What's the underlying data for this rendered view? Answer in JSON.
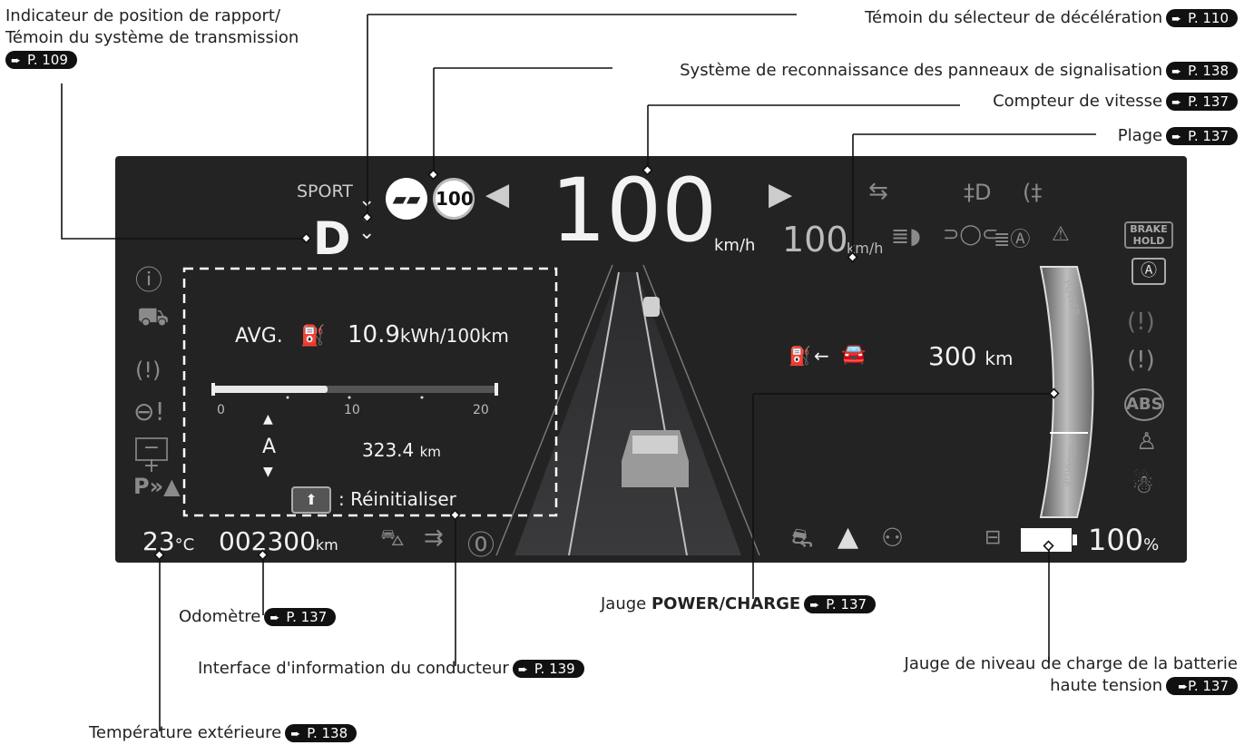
{
  "callouts": {
    "gear": {
      "line1": "Indicateur de position de rapport/",
      "line2": "Témoin du système de transmission",
      "page": "P. 109"
    },
    "decel": {
      "text": "Témoin du sélecteur de décélération",
      "page": "P. 110"
    },
    "traffic_sign": {
      "text": "Système de reconnaissance des panneaux de signalisation",
      "page": "P. 138"
    },
    "speedometer": {
      "text": "Compteur de vitesse",
      "page": "P. 137"
    },
    "range": {
      "text": "Plage",
      "page": "P. 137"
    },
    "odometer": {
      "text": "Odomètre",
      "page": "P. 137"
    },
    "power_gauge": {
      "prefix": "Jauge ",
      "bold": "POWER/CHARGE",
      "page": "P. 137"
    },
    "driver_info": {
      "text": "Interface d'information du conducteur",
      "page": "P. 139"
    },
    "battery": {
      "line1": "Jauge de niveau de charge de la batterie",
      "line2": "haute tension",
      "page": "P. 137"
    },
    "temp": {
      "text": "Température extérieure",
      "page": "P. 138"
    }
  },
  "dash": {
    "mode": "SPORT",
    "gear": "D",
    "sign_limit": "100",
    "speed": "100",
    "speed_unit": "km/h",
    "set_speed": "100",
    "set_speed_unit": "km/h",
    "brake_hold_1": "BRAKE",
    "brake_hold_2": "HOLD",
    "avg_label": "AVG.",
    "avg_value": "10.9",
    "avg_unit": "kWh/100km",
    "scale_0": "0",
    "scale_10": "10",
    "scale_20": "20",
    "trip_label": "A",
    "trip_value": "323.4",
    "trip_unit": "km",
    "reset_text": ": Réinitialiser",
    "range_value": "300",
    "range_unit": "km",
    "power_label": "POWER",
    "charge_label": "CHARGE",
    "temp_value": "23",
    "temp_unit": "°C",
    "odo_value": "002300",
    "odo_unit": "km",
    "battery_pct": "100",
    "battery_unit": "%"
  },
  "icons": [
    "info-icon",
    "skid-icon",
    "tpms-icon",
    "steering-warning-icon",
    "battery-icon",
    "parking-sensor-icon",
    "lane-keep-icon",
    "acc-icon",
    "headlight-icon",
    "fog-icon",
    "auto-hold-icon",
    "brake-icon",
    "abs-icon",
    "seatbelt-icon",
    "airbag-icon"
  ]
}
